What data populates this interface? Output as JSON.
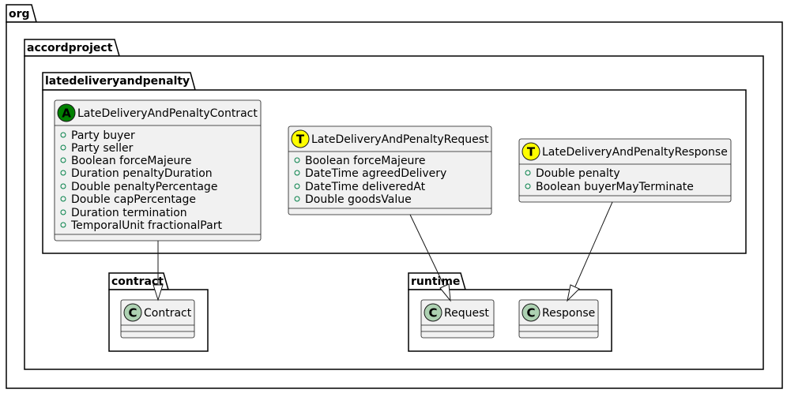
{
  "packages": {
    "org": "org",
    "accordproject": "accordproject",
    "latedeliveryandpenalty": "latedeliveryandpenalty",
    "contract": "contract",
    "runtime": "runtime"
  },
  "classes": {
    "contract_class": {
      "stereotype": "A",
      "stereotype_color": "#008000",
      "name": "LateDeliveryAndPenaltyContract",
      "attributes": [
        "Party buyer",
        "Party seller",
        "Boolean forceMajeure",
        "Duration penaltyDuration",
        "Double penaltyPercentage",
        "Double capPercentage",
        "Duration termination",
        "TemporalUnit fractionalPart"
      ]
    },
    "request_class": {
      "stereotype": "T",
      "stereotype_color": "#FFFF00",
      "name": "LateDeliveryAndPenaltyRequest",
      "attributes": [
        "Boolean forceMajeure",
        "DateTime agreedDelivery",
        "DateTime deliveredAt",
        "Double goodsValue"
      ]
    },
    "response_class": {
      "stereotype": "T",
      "stereotype_color": "#FFFF00",
      "name": "LateDeliveryAndPenaltyResponse",
      "attributes": [
        "Double penalty",
        "Boolean buyerMayTerminate"
      ]
    },
    "base_contract": {
      "stereotype": "C",
      "stereotype_color": "#ADD1B2",
      "name": "Contract"
    },
    "base_request": {
      "stereotype": "C",
      "stereotype_color": "#ADD1B2",
      "name": "Request"
    },
    "base_response": {
      "stereotype": "C",
      "stereotype_color": "#ADD1B2",
      "name": "Response"
    }
  },
  "relations": [
    {
      "from": "LateDeliveryAndPenaltyContract",
      "to": "Contract",
      "type": "extends"
    },
    {
      "from": "LateDeliveryAndPenaltyRequest",
      "to": "Request",
      "type": "extends"
    },
    {
      "from": "LateDeliveryAndPenaltyResponse",
      "to": "Response",
      "type": "extends"
    }
  ]
}
